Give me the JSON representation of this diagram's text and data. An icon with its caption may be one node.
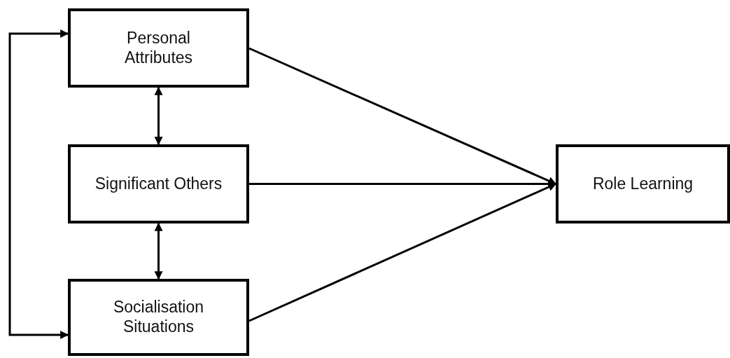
{
  "diagram": {
    "nodes": [
      {
        "text": [
          "Personal Attributes"
        ]
      },
      {
        "text": [
          "Significant Others"
        ]
      },
      {
        "text": [
          "Socialisation Situations"
        ]
      },
      {
        "text": [
          "Role Learning"
        ]
      }
    ],
    "edges": [
      {
        "from": 0,
        "to": 1,
        "arrow": "both"
      },
      {
        "from": 1,
        "to": 2,
        "arrow": "both"
      },
      {
        "from": 0,
        "to": 2,
        "arrow": "both"
      },
      {
        "from": 0,
        "to": 3,
        "arrow": "to"
      },
      {
        "from": 1,
        "to": 3,
        "arrow": "to"
      },
      {
        "from": 2,
        "to": 3,
        "arrow": "to"
      }
    ]
  }
}
